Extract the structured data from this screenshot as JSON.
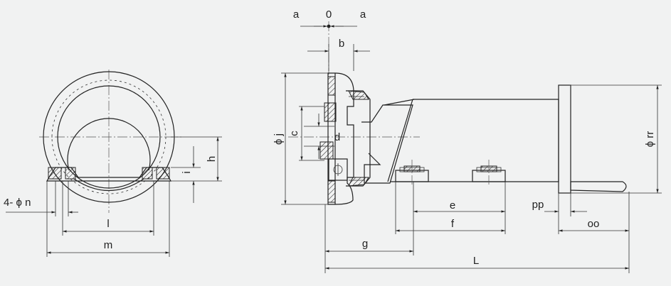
{
  "labels": {
    "a_left": "a",
    "zero": "0",
    "a_right": "a",
    "b": "b",
    "phi_j": "ϕ j",
    "c": "c",
    "d": "d",
    "phi_rr": "ϕ rr",
    "four_phi_n": "4- ϕ n",
    "h": "h",
    "i": "i",
    "l": "l",
    "m": "m",
    "e": "e",
    "f": "f",
    "g": "g",
    "L": "L",
    "pp": "pp",
    "oo": "oo"
  },
  "colors": {
    "background": "#f1f2f2",
    "line": "#222222"
  }
}
